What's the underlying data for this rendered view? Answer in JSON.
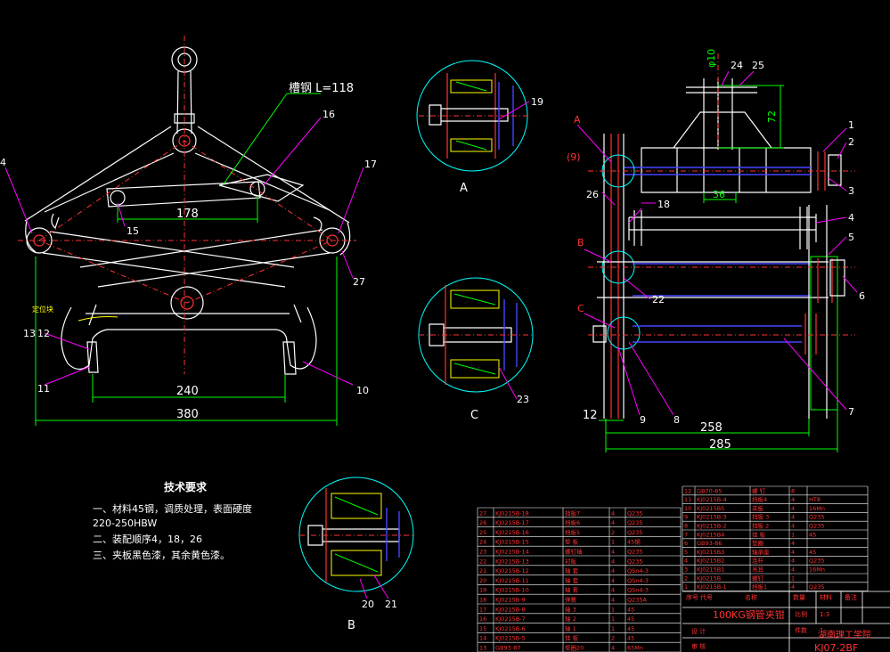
{
  "colors": {
    "background": "#000000",
    "outline": "#ffffff",
    "dimension": "#00ff00",
    "leader": "#ff00ff",
    "center": "#ff3333",
    "detail": "#00ffff",
    "axle": "#4444ff",
    "text": "#ffff00"
  },
  "front_view": {
    "annotation_steel": "槽钢 L=118",
    "dims": {
      "d178": "178",
      "d240": "240",
      "d380": "380"
    },
    "small_note": "定位块",
    "callouts": {
      "c4": "4",
      "c16": "16",
      "c17": "17",
      "c15": "15",
      "c27": "27",
      "c13": "13",
      "c12": "12",
      "c11": "11",
      "c10": "10"
    }
  },
  "details": {
    "A": {
      "label": "A",
      "callout": "19"
    },
    "C": {
      "label": "C",
      "callout": "23"
    },
    "B": {
      "label": "B",
      "callout_20": "20",
      "callout_21": "21"
    }
  },
  "side_view": {
    "dims": {
      "phi10": "φ10",
      "d72": "72",
      "d36": "36",
      "d12": "12",
      "d258": "258",
      "d285": "285"
    },
    "section_marks": {
      "A": "A",
      "B": "B",
      "C": "C",
      "p9": "(9)"
    },
    "callouts": {
      "c24": "24",
      "c25": "25",
      "c1": "1",
      "c2": "2",
      "c3": "3",
      "c4": "4",
      "c5": "5",
      "c6": "6",
      "c7": "7",
      "c8": "8",
      "c9": "9",
      "c18": "18",
      "c22": "22",
      "c26": "26"
    }
  },
  "tech_req": {
    "title": "技术要求",
    "line1": "一、材料45钢，调质处理，表面硬度",
    "line2": "220-250HBW",
    "line3": "二、装配顺序4，18，26",
    "line4": "三、夹板黑色漆，其余黄色漆。"
  },
  "bom_left": {
    "rows": [
      {
        "no": "27",
        "code": "KJ0215B-18",
        "name": "挡板7",
        "qty": "4",
        "mat": "Q235"
      },
      {
        "no": "26",
        "code": "KJ0215B-17",
        "name": "挡板6",
        "qty": "4",
        "mat": "Q235"
      },
      {
        "no": "25",
        "code": "KJ0215B-16",
        "name": "挡板5",
        "qty": "2",
        "mat": "Q235"
      },
      {
        "no": "24",
        "code": "KJ0215B-15",
        "name": "垫 板",
        "qty": "1",
        "mat": "45钢"
      },
      {
        "no": "23",
        "code": "KJ0215B-14",
        "name": "螺钉轴",
        "qty": "4",
        "mat": "Q235"
      },
      {
        "no": "22",
        "code": "KJ0215B-13",
        "name": "衬板",
        "qty": "4",
        "mat": "Q235"
      },
      {
        "no": "21",
        "code": "KJ0215B-12",
        "name": "轴 套",
        "qty": "4",
        "mat": "QSn4-3"
      },
      {
        "no": "20",
        "code": "KJ0215B-11",
        "name": "轴 套",
        "qty": "4",
        "mat": "QSn4-3"
      },
      {
        "no": "19",
        "code": "KJ0215B-10",
        "name": "轴 套",
        "qty": "4",
        "mat": "QSn4-3"
      },
      {
        "no": "18",
        "code": "KJ0215B-9",
        "name": "弹簧",
        "qty": "4",
        "mat": "Q235A"
      },
      {
        "no": "17",
        "code": "KJ0215B-8",
        "name": "轴 3",
        "qty": "1",
        "mat": "45"
      },
      {
        "no": "16",
        "code": "KJ0215B-7",
        "name": "轴 2",
        "qty": "1",
        "mat": "45"
      },
      {
        "no": "15",
        "code": "KJ0215B-6",
        "name": "轴 1",
        "qty": "1",
        "mat": "45"
      },
      {
        "no": "14",
        "code": "KJ0215B-5",
        "name": "挂 板",
        "qty": "2",
        "mat": "45"
      },
      {
        "no": "13",
        "code": "GB93-87",
        "name": "垫圈20",
        "qty": "4",
        "mat": "65Mn"
      }
    ]
  },
  "bom_right": {
    "rows": [
      {
        "no": "12",
        "code": "GB70-85",
        "name": "螺 钉",
        "qty": "8",
        "mat": ""
      },
      {
        "no": "11",
        "code": "KJ0215B-4",
        "name": "挡板4",
        "qty": "4",
        "mat": "HT8"
      },
      {
        "no": "10",
        "code": "KJ0215B5",
        "name": "夹板",
        "qty": "4",
        "mat": "16Mn"
      },
      {
        "no": "9",
        "code": "KJ0215B-3",
        "name": "挡板 3",
        "qty": "4",
        "mat": "Q235"
      },
      {
        "no": "8",
        "code": "KJ0215B-2",
        "name": "挡板 2",
        "qty": "4",
        "mat": "Q235"
      },
      {
        "no": "7",
        "code": "KJ0215B4",
        "name": "挂 板",
        "qty": "1",
        "mat": "45"
      },
      {
        "no": "6",
        "code": "GB93-86",
        "name": "垫圈",
        "qty": "4",
        "mat": ""
      },
      {
        "no": "5",
        "code": "KJ0215B3",
        "name": "轴承座",
        "qty": "4",
        "mat": "45"
      },
      {
        "no": "4",
        "code": "KJ0215B2",
        "name": "连杆",
        "qty": "4",
        "mat": "Q235"
      },
      {
        "no": "3",
        "code": "KJ0215B1",
        "name": "吊耳",
        "qty": "4",
        "mat": "16Mn"
      },
      {
        "no": "2",
        "code": "KJ0215B",
        "name": "螺钉",
        "qty": "1",
        "mat": ""
      },
      {
        "no": "1",
        "code": "KJ0215B-1",
        "name": "挡板1",
        "qty": "4",
        "mat": "Q235"
      }
    ]
  },
  "title_block": {
    "product": "100KG钢管夹钳",
    "scale": "1:3",
    "sheet": "1",
    "school": "湖南理工学院",
    "drawing_no": "KJ07-2BF",
    "drawn": "设 计",
    "checked": "审 核",
    "hdr_no": "序号",
    "hdr_code": "代号",
    "hdr_name": "名称",
    "hdr_qty": "数量",
    "hdr_mat": "材料",
    "hdr_note": "备注",
    "scale_label": "比例",
    "qty_label": "件数"
  }
}
